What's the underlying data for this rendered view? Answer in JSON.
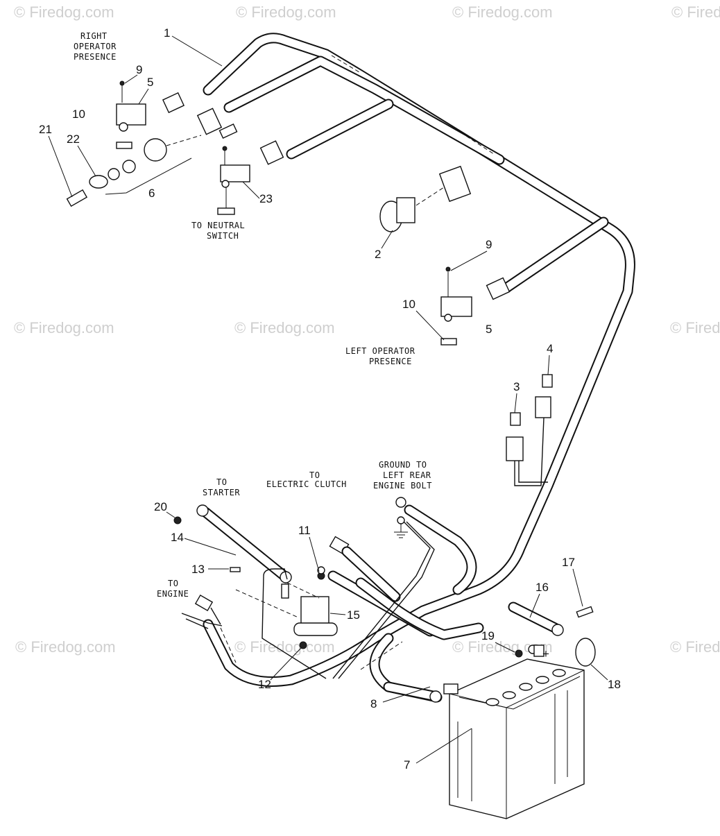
{
  "watermark": {
    "text": "© Firedog.com",
    "color": "#cfcfcf"
  },
  "labels": {
    "right_operator_presence": [
      "RIGHT",
      "OPERATOR",
      "PRESENCE"
    ],
    "to_neutral_switch": [
      "TO NEUTRAL",
      "SWITCH"
    ],
    "left_operator_presence": [
      "LEFT OPERATOR",
      "PRESENCE"
    ],
    "to_starter": [
      "TO",
      "STARTER"
    ],
    "to_electric_clutch": [
      "TO",
      "ELECTRIC CLUTCH"
    ],
    "ground": [
      "GROUND TO",
      "LEFT REAR",
      "ENGINE BOLT"
    ],
    "to_engine": [
      "TO",
      "ENGINE"
    ]
  },
  "callouts": {
    "c1": "1",
    "c2": "2",
    "c3": "3",
    "c4": "4",
    "c5a": "5",
    "c5b": "5",
    "c6": "6",
    "c7": "7",
    "c8": "8",
    "c9a": "9",
    "c9b": "9",
    "c10a": "10",
    "c10b": "10",
    "c11": "11",
    "c12": "12",
    "c13": "13",
    "c14": "14",
    "c15": "15",
    "c16": "16",
    "c17": "17",
    "c18": "18",
    "c19": "19",
    "c20": "20",
    "c21": "21",
    "c22": "22",
    "c23": "23"
  },
  "battery": {
    "terminal_mark": "+"
  }
}
